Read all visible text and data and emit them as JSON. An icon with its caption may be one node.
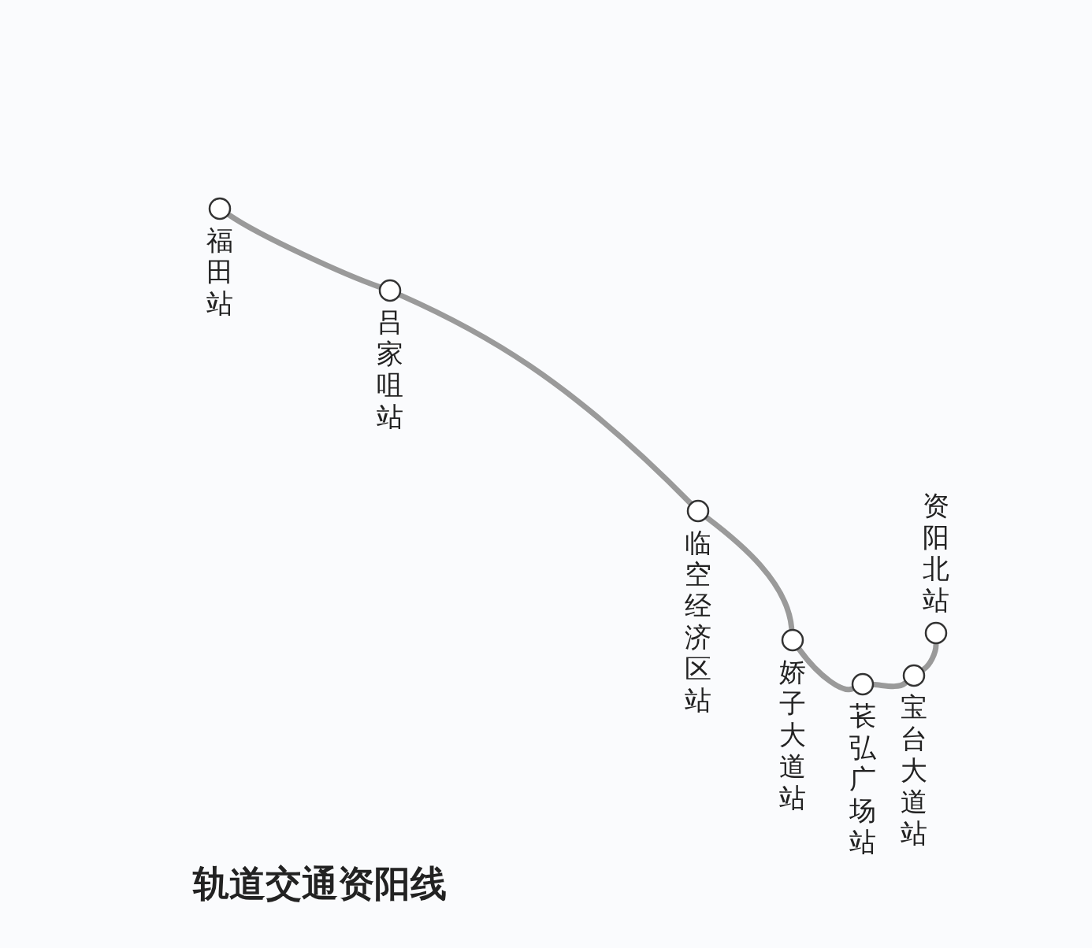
{
  "diagram": {
    "title": "轨道交通资阳线",
    "nodes": [
      {
        "text": [
          "福田站"
        ]
      },
      {
        "text": [
          "吕家咀站"
        ]
      },
      {
        "text": [
          "临空经济区站"
        ]
      },
      {
        "text": [
          "娇子大道站"
        ]
      },
      {
        "text": [
          "苌弘广场站"
        ]
      },
      {
        "text": [
          "宝台大道站"
        ]
      },
      {
        "text": [
          "资阳北站"
        ]
      }
    ],
    "edges": [
      {
        "from": 0,
        "to": 1,
        "arrow": "none"
      },
      {
        "from": 1,
        "to": 2,
        "arrow": "none"
      },
      {
        "from": 2,
        "to": 3,
        "arrow": "none"
      },
      {
        "from": 3,
        "to": 4,
        "arrow": "none"
      },
      {
        "from": 4,
        "to": 5,
        "arrow": "none"
      },
      {
        "from": 5,
        "to": 6,
        "arrow": "none"
      }
    ]
  }
}
